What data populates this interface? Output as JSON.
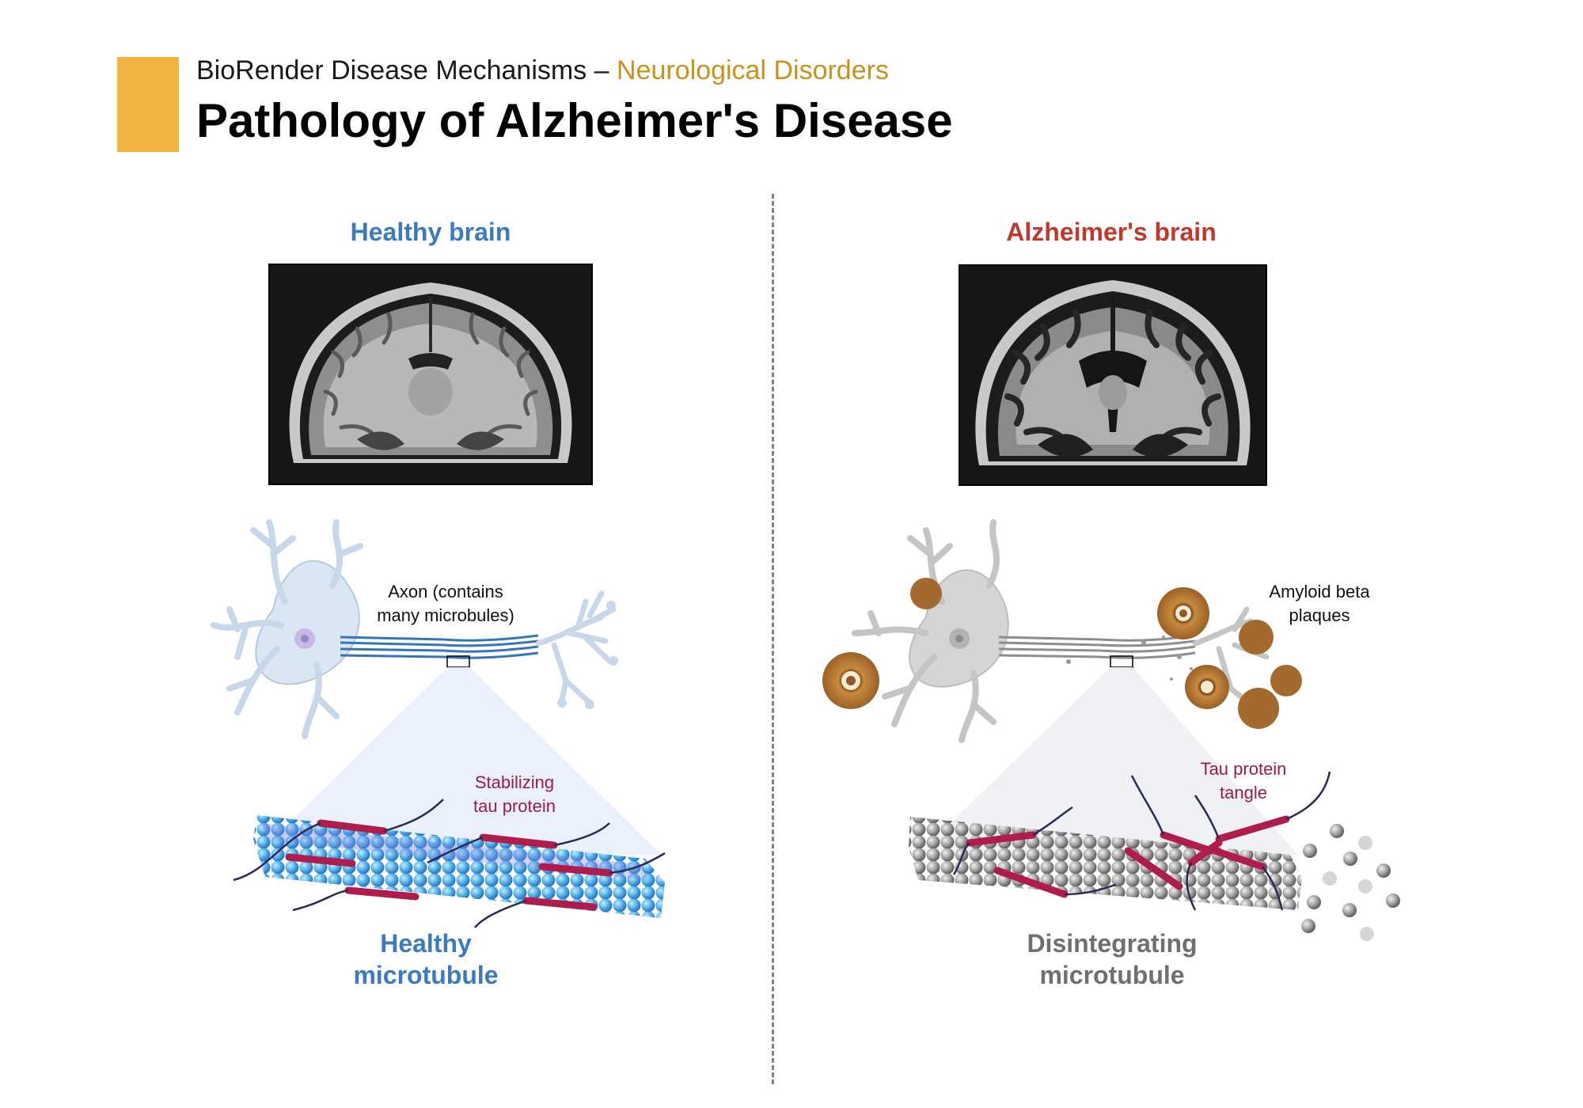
{
  "header": {
    "subtitle_prefix": "BioRender Disease Mechanisms – ",
    "subtitle_category": "Neurological Disorders",
    "title": "Pathology of Alzheimer's Disease"
  },
  "healthy": {
    "title": "Healthy brain",
    "axon_label_line1": "Axon (contains",
    "axon_label_line2": "many microbules)",
    "tau_label_line1": "Stabilizing",
    "tau_label_line2": "tau protein",
    "microtubule_line1": "Healthy",
    "microtubule_line2": "microtubule"
  },
  "alzheimers": {
    "title": "Alzheimer's brain",
    "plaque_label_line1": "Amyloid beta",
    "plaque_label_line2": "plaques",
    "tau_label_line1": "Tau protein",
    "tau_label_line2": "tangle",
    "microtubule_line1": "Disintegrating",
    "microtubule_line2": "microtubule"
  },
  "colors": {
    "accent": "#F2B443",
    "category": "#C9911C",
    "healthy_blue": "#3A7BBF",
    "alzheimer_red": "#C0392B",
    "tau_red": "#9B1B45",
    "gray_text": "#6F6F6F"
  }
}
